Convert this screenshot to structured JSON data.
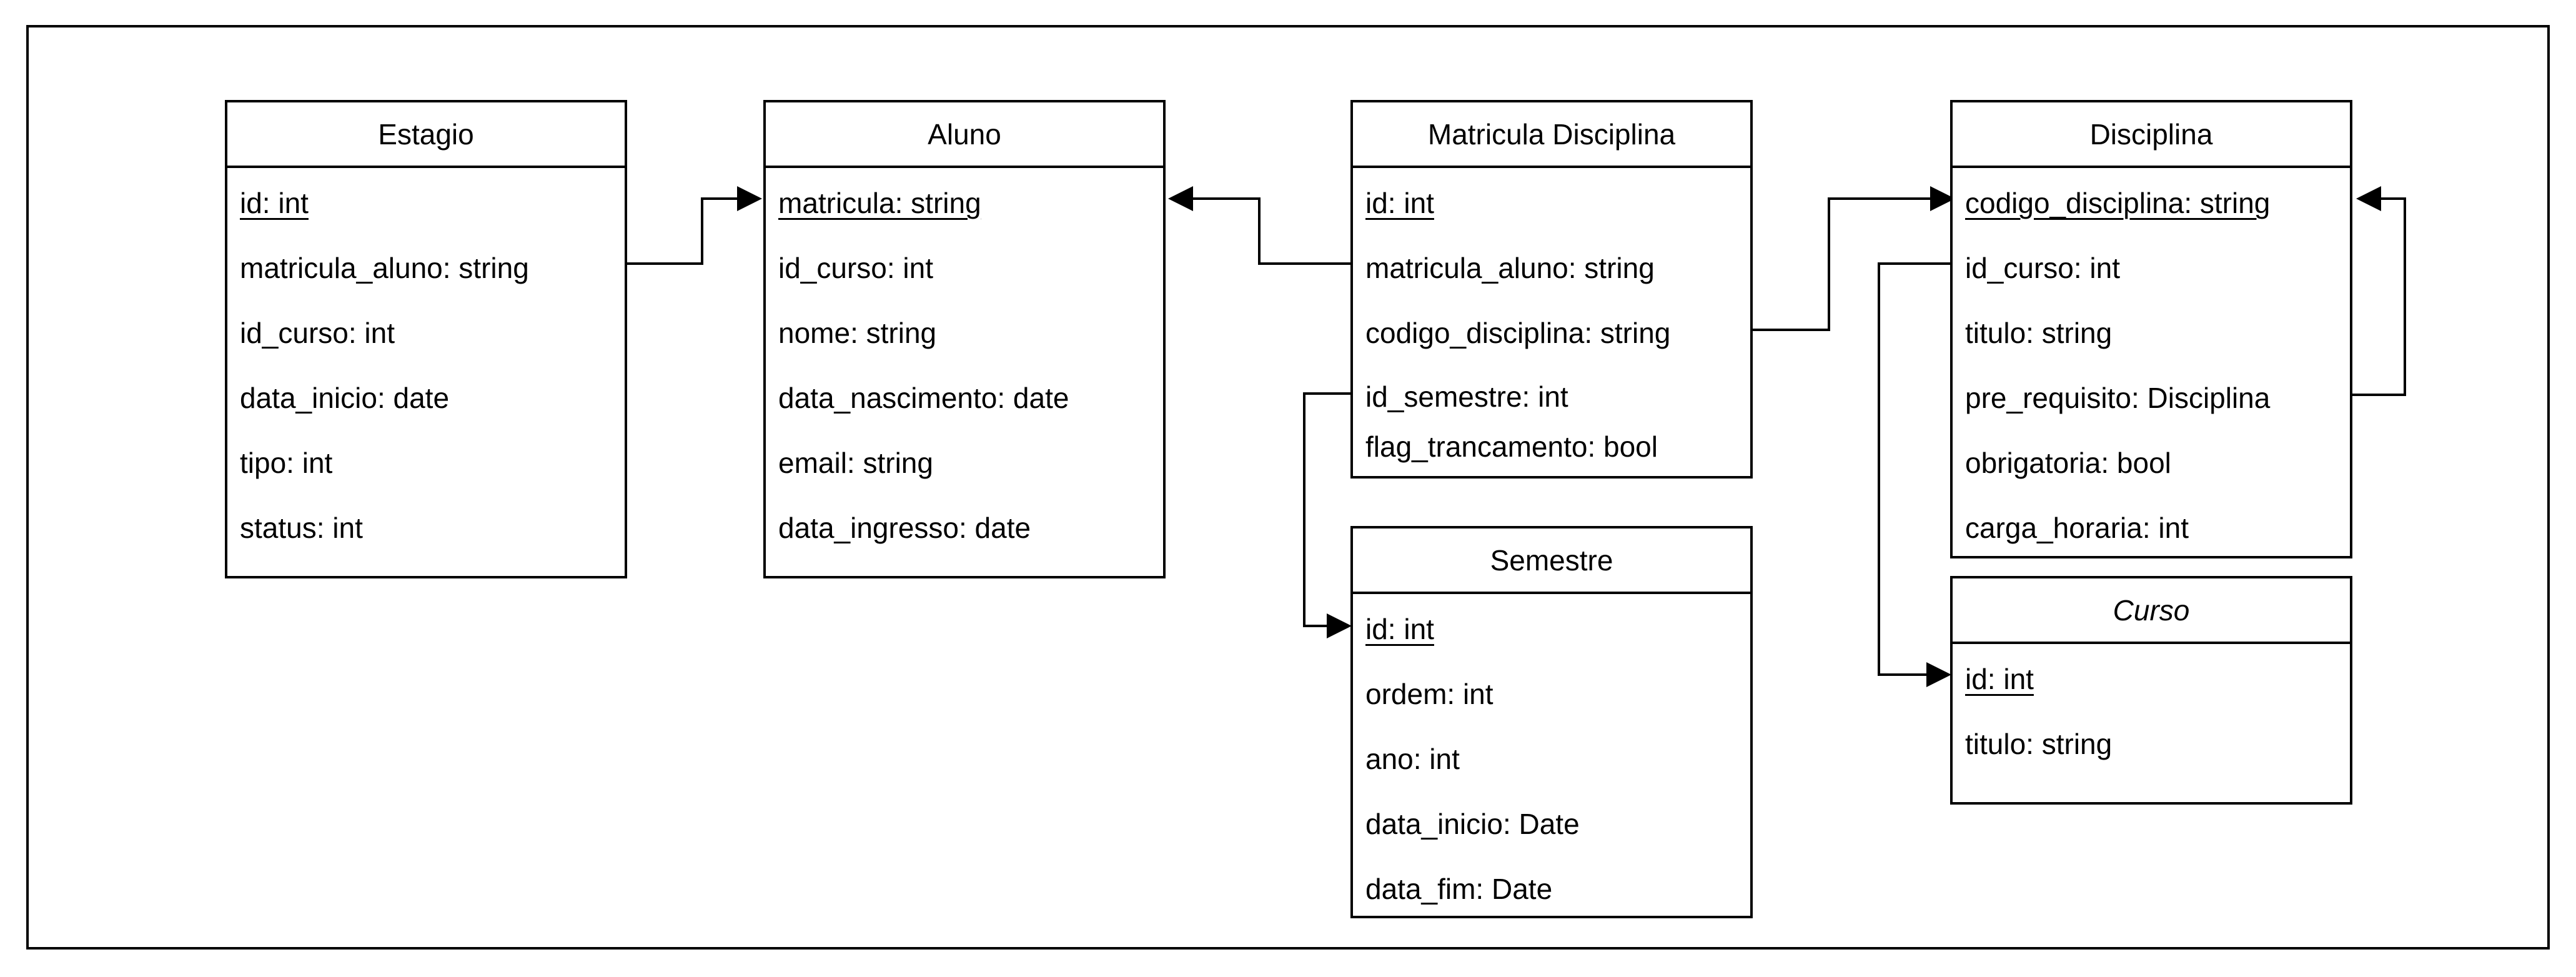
{
  "entities": {
    "estagio": {
      "title": "Estagio",
      "attributes": [
        "id: int",
        "matricula_aluno: string",
        "id_curso: int",
        "data_inicio: date",
        "tipo: int",
        "status: int"
      ]
    },
    "aluno": {
      "title": "Aluno",
      "attributes": [
        "matricula: string",
        "id_curso: int",
        "nome: string",
        "data_nascimento: date",
        "email: string",
        "data_ingresso: date"
      ]
    },
    "matricula_disciplina": {
      "title": "Matricula Disciplina",
      "attributes": [
        "id: int",
        "matricula_aluno: string",
        "codigo_disciplina: string",
        "id_semestre: int",
        "flag_trancamento: bool"
      ]
    },
    "disciplina": {
      "title": "Disciplina",
      "attributes": [
        "codigo_disciplina: string",
        "id_curso: int",
        "titulo: string",
        "pre_requisito: Disciplina",
        "obrigatoria: bool",
        "carga_horaria: int"
      ]
    },
    "semestre": {
      "title": "Semestre",
      "attributes": [
        "id: int",
        "ordem: int",
        "ano: int",
        "data_inicio: Date",
        "data_fim: Date"
      ]
    },
    "curso": {
      "title": "Curso",
      "attributes": [
        "id: int",
        "titulo: string"
      ]
    }
  },
  "colors": {
    "line": "#000000",
    "background": "#ffffff"
  }
}
